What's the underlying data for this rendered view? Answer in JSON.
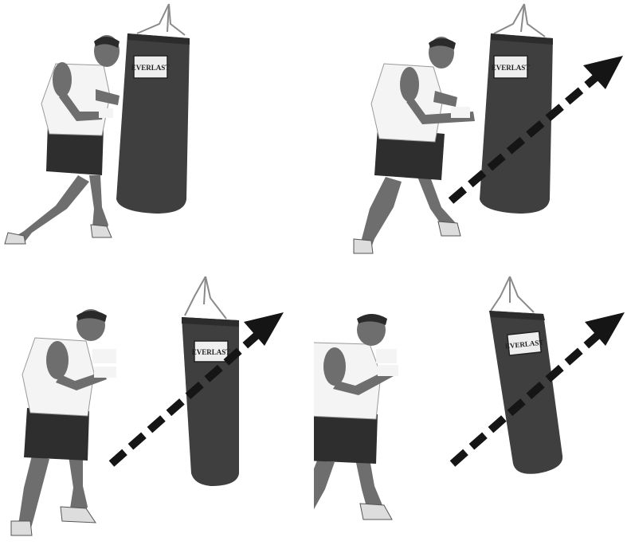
{
  "bag_brand": "EVERLAST",
  "colors": {
    "bag": "#3f3f3f",
    "bag_shadow": "#2c2c2c",
    "skin": "#6e6e6e",
    "shirt": "#f4f4f4",
    "shorts": "#2e2e2e",
    "arrow": "#151515",
    "chain": "#8a8a8a"
  },
  "panels": [
    {
      "frame": 1,
      "arrow_present": false
    },
    {
      "frame": 2,
      "arrow_present": true
    },
    {
      "frame": 3,
      "arrow_present": true
    },
    {
      "frame": 4,
      "arrow_present": true
    }
  ]
}
